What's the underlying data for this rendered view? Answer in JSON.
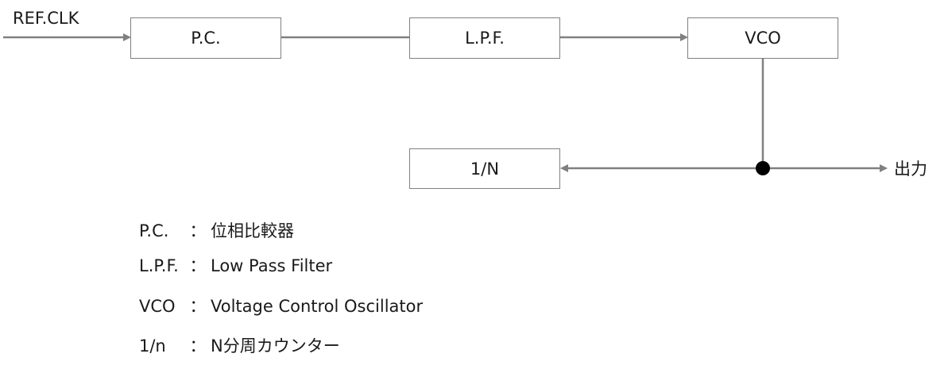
{
  "diagram": {
    "input_label": "REF.CLK",
    "output_label": "出力",
    "blocks": {
      "pc": "P.C.",
      "lpf": "L.P.F.",
      "vco": "VCO",
      "divider": "1/N"
    }
  },
  "legend": [
    {
      "term": "P.C.",
      "colon": "：",
      "description": "位相比較器"
    },
    {
      "term": "L.P.F.",
      "colon": "：",
      "description": "Low Pass Filter"
    },
    {
      "term": "VCO",
      "colon": "：",
      "description": "Voltage Control Oscillator"
    },
    {
      "term": "1/n",
      "colon": "：",
      "description": "N分周カウンター"
    }
  ],
  "colors": {
    "line": "#808080",
    "box_border": "#808080",
    "node": "#000000",
    "text": "#1a1a1a"
  }
}
